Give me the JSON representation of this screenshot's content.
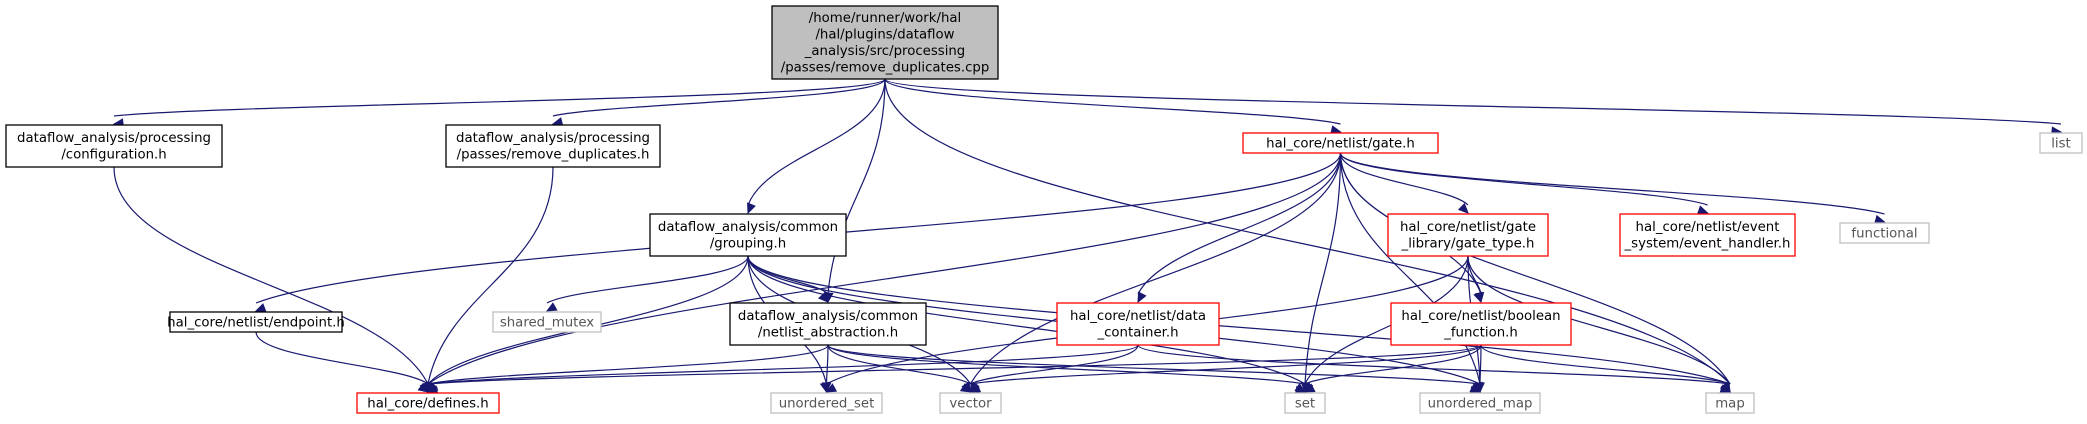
{
  "diagram": {
    "nodes": [
      {
        "id": "root",
        "lines": [
          "/home/runner/work/hal",
          "/hal/plugins/dataflow",
          "_analysis/src/processing",
          "/passes/remove_duplicates.cpp"
        ],
        "style": "root"
      },
      {
        "id": "configuration",
        "lines": [
          "dataflow_analysis/processing",
          "/configuration.h"
        ],
        "style": "black"
      },
      {
        "id": "remove_dup_h",
        "lines": [
          "dataflow_analysis/processing",
          "/passes/remove_duplicates.h"
        ],
        "style": "black"
      },
      {
        "id": "gate",
        "lines": [
          "hal_core/netlist/gate.h"
        ],
        "style": "red"
      },
      {
        "id": "list",
        "lines": [
          "list"
        ],
        "style": "gray"
      },
      {
        "id": "grouping",
        "lines": [
          "dataflow_analysis/common",
          "/grouping.h"
        ],
        "style": "black"
      },
      {
        "id": "gate_type",
        "lines": [
          "hal_core/netlist/gate",
          "_library/gate_type.h"
        ],
        "style": "red"
      },
      {
        "id": "event_handler",
        "lines": [
          "hal_core/netlist/event",
          "_system/event_handler.h"
        ],
        "style": "red"
      },
      {
        "id": "functional",
        "lines": [
          "functional"
        ],
        "style": "gray"
      },
      {
        "id": "endpoint",
        "lines": [
          "hal_core/netlist/endpoint.h"
        ],
        "style": "black"
      },
      {
        "id": "shared_mutex",
        "lines": [
          "shared_mutex"
        ],
        "style": "gray"
      },
      {
        "id": "netlist_abstraction",
        "lines": [
          "dataflow_analysis/common",
          "/netlist_abstraction.h"
        ],
        "style": "black"
      },
      {
        "id": "data_container",
        "lines": [
          "hal_core/netlist/data",
          "_container.h"
        ],
        "style": "red"
      },
      {
        "id": "boolean_function",
        "lines": [
          "hal_core/netlist/boolean",
          "_function.h"
        ],
        "style": "red"
      },
      {
        "id": "defines",
        "lines": [
          "hal_core/defines.h"
        ],
        "style": "red"
      },
      {
        "id": "unordered_set",
        "lines": [
          "unordered_set"
        ],
        "style": "gray"
      },
      {
        "id": "vector",
        "lines": [
          "vector"
        ],
        "style": "gray"
      },
      {
        "id": "set",
        "lines": [
          "set"
        ],
        "style": "gray"
      },
      {
        "id": "unordered_map",
        "lines": [
          "unordered_map"
        ],
        "style": "gray"
      },
      {
        "id": "map",
        "lines": [
          "map"
        ],
        "style": "gray"
      }
    ],
    "edges": [
      [
        "root",
        "configuration"
      ],
      [
        "root",
        "remove_dup_h"
      ],
      [
        "root",
        "gate"
      ],
      [
        "root",
        "list"
      ],
      [
        "root",
        "map"
      ],
      [
        "root",
        "grouping"
      ],
      [
        "root",
        "netlist_abstraction"
      ],
      [
        "configuration",
        "defines"
      ],
      [
        "remove_dup_h",
        "defines"
      ],
      [
        "gate",
        "defines"
      ],
      [
        "gate",
        "endpoint"
      ],
      [
        "gate",
        "vector"
      ],
      [
        "gate",
        "data_container"
      ],
      [
        "gate",
        "set"
      ],
      [
        "gate",
        "boolean_function"
      ],
      [
        "gate",
        "gate_type"
      ],
      [
        "gate",
        "event_handler"
      ],
      [
        "gate",
        "functional"
      ],
      [
        "gate",
        "unordered_map"
      ],
      [
        "gate",
        "map"
      ],
      [
        "grouping",
        "defines"
      ],
      [
        "grouping",
        "shared_mutex"
      ],
      [
        "grouping",
        "unordered_set"
      ],
      [
        "grouping",
        "vector"
      ],
      [
        "grouping",
        "netlist_abstraction"
      ],
      [
        "grouping",
        "set"
      ],
      [
        "grouping",
        "unordered_map"
      ],
      [
        "grouping",
        "map"
      ],
      [
        "endpoint",
        "defines"
      ],
      [
        "netlist_abstraction",
        "defines"
      ],
      [
        "netlist_abstraction",
        "unordered_set"
      ],
      [
        "netlist_abstraction",
        "vector"
      ],
      [
        "netlist_abstraction",
        "set"
      ],
      [
        "netlist_abstraction",
        "unordered_map"
      ],
      [
        "data_container",
        "defines"
      ],
      [
        "data_container",
        "vector"
      ],
      [
        "data_container",
        "map"
      ],
      [
        "gate_type",
        "unordered_set"
      ],
      [
        "gate_type",
        "boolean_function"
      ],
      [
        "gate_type",
        "set"
      ],
      [
        "gate_type",
        "unordered_map"
      ],
      [
        "gate_type",
        "map"
      ],
      [
        "boolean_function",
        "defines"
      ],
      [
        "boolean_function",
        "vector"
      ],
      [
        "boolean_function",
        "set"
      ],
      [
        "boolean_function",
        "unordered_map"
      ],
      [
        "boolean_function",
        "map"
      ]
    ]
  },
  "colors": {
    "edge": "#191970",
    "root_fill": "#bfbfbf",
    "black_border": "#000000",
    "red_border": "#ff0000",
    "gray_border": "#bfbfbf",
    "gray_text": "#555555"
  }
}
